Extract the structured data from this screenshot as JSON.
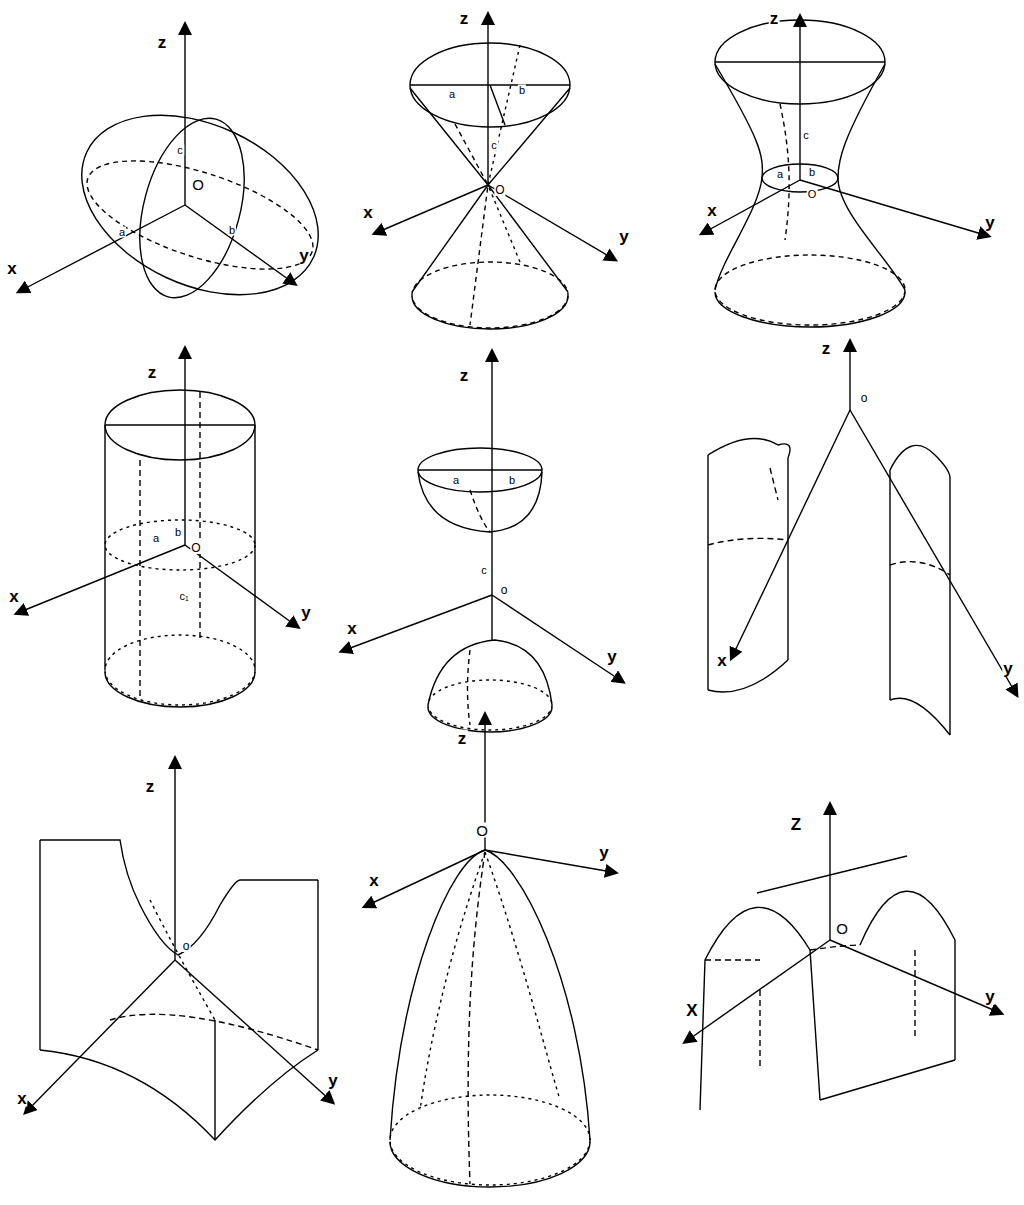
{
  "diagram": {
    "labels": [
      "z",
      "x",
      "y",
      "O",
      "c",
      "a",
      "b",
      "z",
      "x",
      "y",
      "O",
      "a",
      "b",
      "c",
      "z",
      "x",
      "y",
      "c",
      "a",
      "b",
      "O",
      "z",
      "x",
      "y",
      "a",
      "b",
      "O",
      "c₁",
      "z",
      "x",
      "y",
      "a",
      "b",
      "c",
      "o",
      "z",
      "x",
      "y",
      "o",
      "z",
      "x",
      "y",
      "o",
      "z",
      "O",
      "x",
      "y",
      "Z",
      "X",
      "y",
      "O"
    ]
  }
}
